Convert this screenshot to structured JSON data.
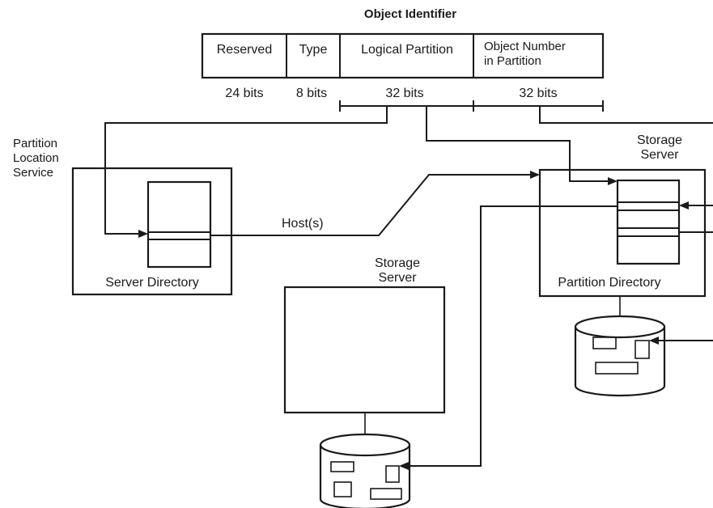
{
  "object_identifier": {
    "title": "Object Identifier",
    "fields": [
      {
        "label": "Reserved",
        "bits": "24 bits"
      },
      {
        "label": "Type",
        "bits": "8 bits"
      },
      {
        "label": "Logical Partition",
        "bits": "32 bits"
      },
      {
        "label_line1": "Object Number",
        "label_line2": "in Partition",
        "bits": "32 bits"
      }
    ]
  },
  "partition_location_service": {
    "label_line1": "Partition",
    "label_line2": "Location",
    "label_line3": "Service",
    "directory_label": "Server Directory"
  },
  "host_label": "Host(s)",
  "storage_server_right": {
    "label_line1": "Storage",
    "label_line2": "Server",
    "directory_label": "Partition Directory"
  },
  "storage_server_middle": {
    "label_line1": "Storage",
    "label_line2": "Server"
  }
}
